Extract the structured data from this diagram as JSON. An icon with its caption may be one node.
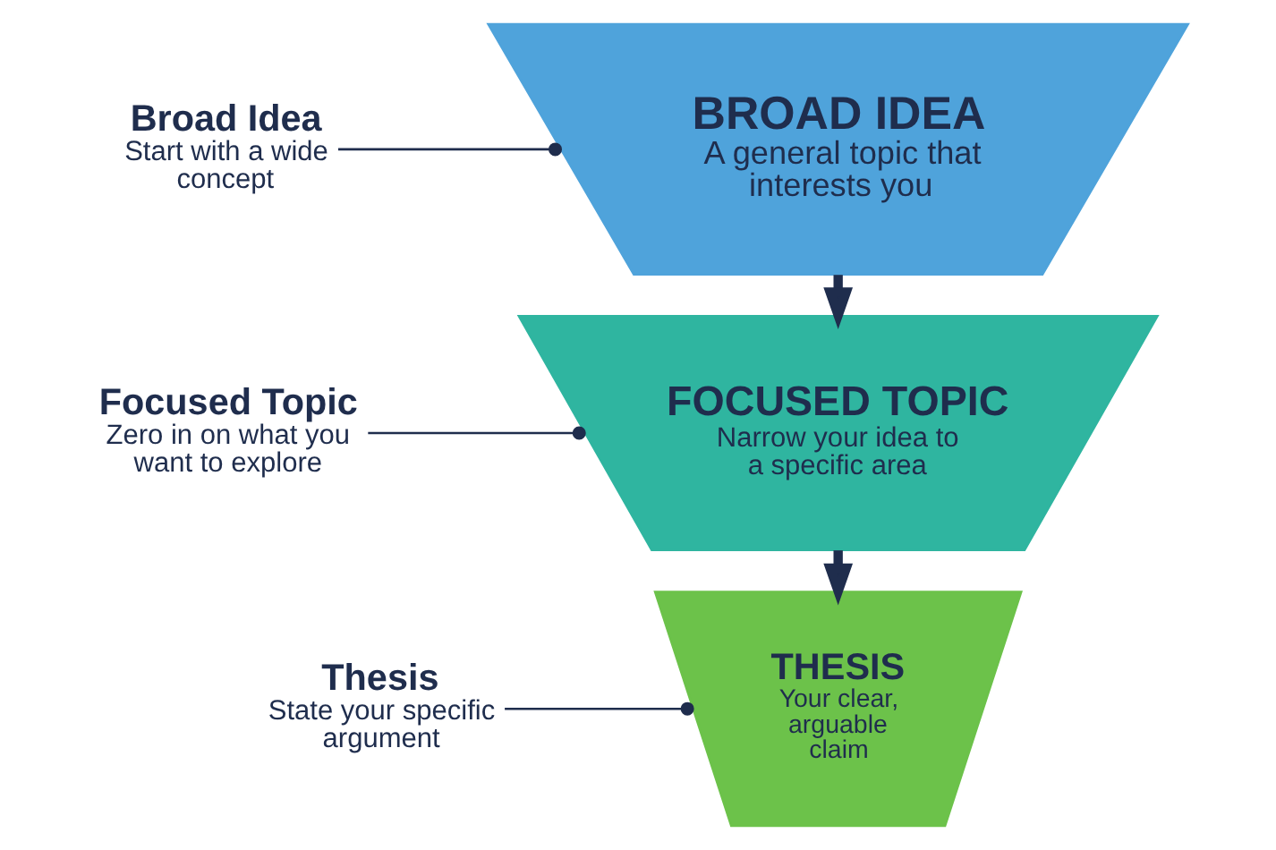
{
  "diagram": {
    "nodes": [
      {
        "text": [
          "BROAD IDEA",
          "A general topic that interests you"
        ]
      },
      {
        "text": [
          "FOCUSED TOPIC",
          "Narrow your idea to a specific area"
        ]
      },
      {
        "text": [
          "THESIS",
          "Your clear, arguable claim"
        ]
      },
      {
        "text": [
          "Broad Idea",
          "Start with a wide concept"
        ]
      },
      {
        "text": [
          "Focused Topic",
          "Zero in on what you want to explore"
        ]
      },
      {
        "text": [
          "Thesis",
          "State your specific argument"
        ]
      }
    ],
    "edges": [
      {
        "from": 0,
        "to": 1,
        "arrow": "to",
        "style": "thick"
      },
      {
        "from": 1,
        "to": 2,
        "arrow": "to",
        "style": "thick"
      },
      {
        "from": 3,
        "to": 0,
        "arrow": "other"
      },
      {
        "from": 4,
        "to": 1,
        "arrow": "other"
      },
      {
        "from": 5,
        "to": 2,
        "arrow": "other"
      }
    ]
  }
}
